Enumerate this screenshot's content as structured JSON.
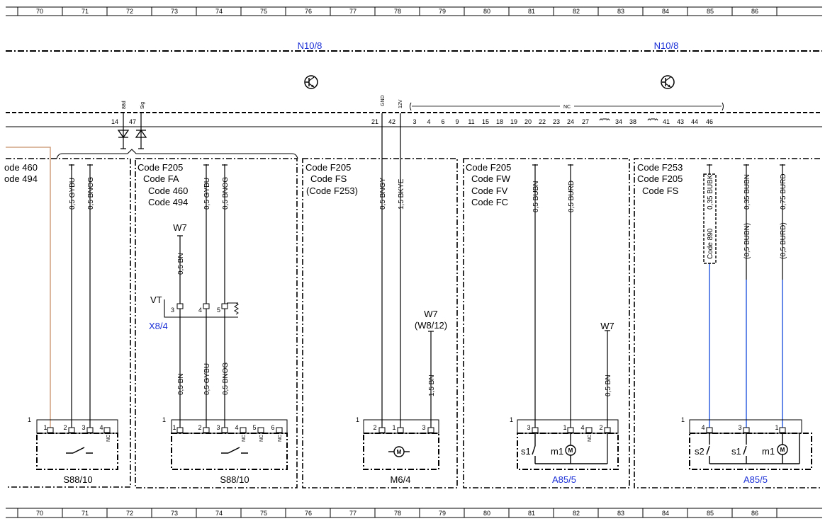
{
  "grid": {
    "columns": [
      "70",
      "71",
      "72",
      "73",
      "74",
      "75",
      "76",
      "77",
      "78",
      "79",
      "80",
      "81",
      "82",
      "83",
      "84",
      "85",
      "86"
    ]
  },
  "modules": {
    "left": "N10/8",
    "right": "N10/8"
  },
  "connector_signals": {
    "sig_88d": "88d",
    "sig_sig": "Sig",
    "sig_gnd": "GND",
    "sig_12v": "12V",
    "nc": "NC"
  },
  "connector_pins": [
    "14",
    "47",
    "21",
    "42",
    "3",
    "4",
    "6",
    "9",
    "11",
    "15",
    "18",
    "19",
    "20",
    "22",
    "23",
    "24",
    "27",
    "34",
    "38",
    "41",
    "43",
    "44",
    "46"
  ],
  "groups": {
    "g1": [
      "ode 460",
      "ode 494"
    ],
    "g2": [
      "Code F205",
      "Code FA",
      "Code 460",
      "Code 494"
    ],
    "g3": [
      "Code F205",
      "Code FS",
      "(Code F253)"
    ],
    "g4": [
      "Code F205",
      "Code FW",
      "Code FV",
      "Code FC"
    ],
    "g5": [
      "Code F253",
      "Code F205",
      "Code FS"
    ]
  },
  "wires": {
    "w1": "0,5 GYBU",
    "w2": "0,5 BNOG",
    "w3": "0,5 GYBU",
    "w4": "0,5 BNOG",
    "w5": "0,5 BN",
    "w6": "0,5 BN",
    "w7": "0,5 GYBU",
    "w8": "0,5 BNOG",
    "w9": "0,5 BNGY",
    "w10": "1,5 BKYE",
    "w11": "1,5 BN",
    "w12": "0,5 BUBN",
    "w13": "0,5 BURD",
    "w14": "0,5 BN",
    "w15": "0,35 BUBK",
    "w16": "0,35 BUBN",
    "w17": "0,75 BURD",
    "w16_alt": "(0,5 BUBN)",
    "w17_alt": "(0,5 BURD)",
    "code890": "Code 890"
  },
  "grounds": {
    "w7_a": "W7",
    "w7_b": "W7",
    "w8_12": "(W8/12)",
    "w7_c": "W7"
  },
  "splice": {
    "vt": "VT",
    "name": "X8/4",
    "pins": [
      "3",
      "4",
      "5"
    ]
  },
  "components": {
    "c1": {
      "name": "S88/10",
      "id": "1",
      "pins": [
        "1",
        "2",
        "3",
        "4"
      ],
      "nc": "NC"
    },
    "c2": {
      "name": "S88/10",
      "id": "1",
      "pins": [
        "1",
        "2",
        "3",
        "4",
        "5",
        "6"
      ],
      "nc": "NC"
    },
    "c3": {
      "name": "M6/4",
      "id": "1",
      "pins": [
        "2",
        "1",
        "3"
      ],
      "motor": "M"
    },
    "c4": {
      "name": "A85/5",
      "id": "1",
      "pins": [
        "3",
        "1",
        "4",
        "2"
      ],
      "s1": "s1",
      "m1": "m1",
      "nc": "NC",
      "motor": "M"
    },
    "c5": {
      "name": "A85/5",
      "id": "1",
      "pins": [
        "4",
        "3",
        "1"
      ],
      "s2": "s2",
      "s1": "s1",
      "m1": "m1",
      "motor": "M"
    }
  },
  "colors": {
    "line": "#000000",
    "accent_blue": "#1a2fd6",
    "wire_blue": "#2255dd",
    "wire_brown": "#c8906a"
  }
}
